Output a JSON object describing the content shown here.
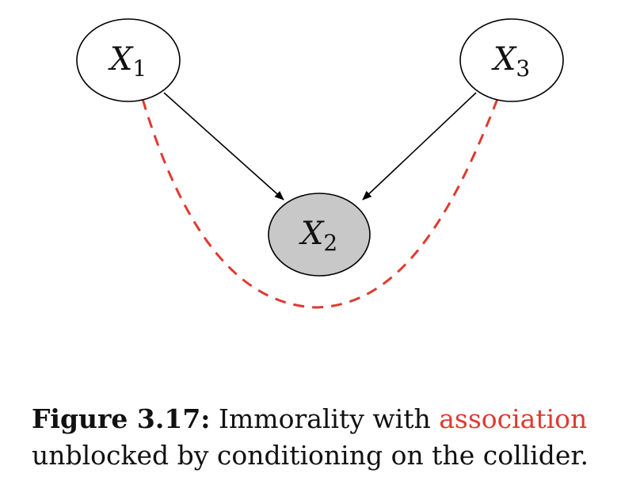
{
  "nodes": {
    "x1": {
      "letter": "X",
      "sub": "1"
    },
    "x2": {
      "letter": "X",
      "sub": "2"
    },
    "x3": {
      "letter": "X",
      "sub": "3"
    }
  },
  "caption": {
    "label": "Figure 3.17:",
    "text_before": " Immorality with ",
    "highlight": "association",
    "text_line2": "unblocked by conditioning on the collider."
  },
  "colors": {
    "node_fill": "#ffffff",
    "conditioned_fill": "#c8c8c8",
    "association": "#e03a2f",
    "edge": "#000000"
  }
}
